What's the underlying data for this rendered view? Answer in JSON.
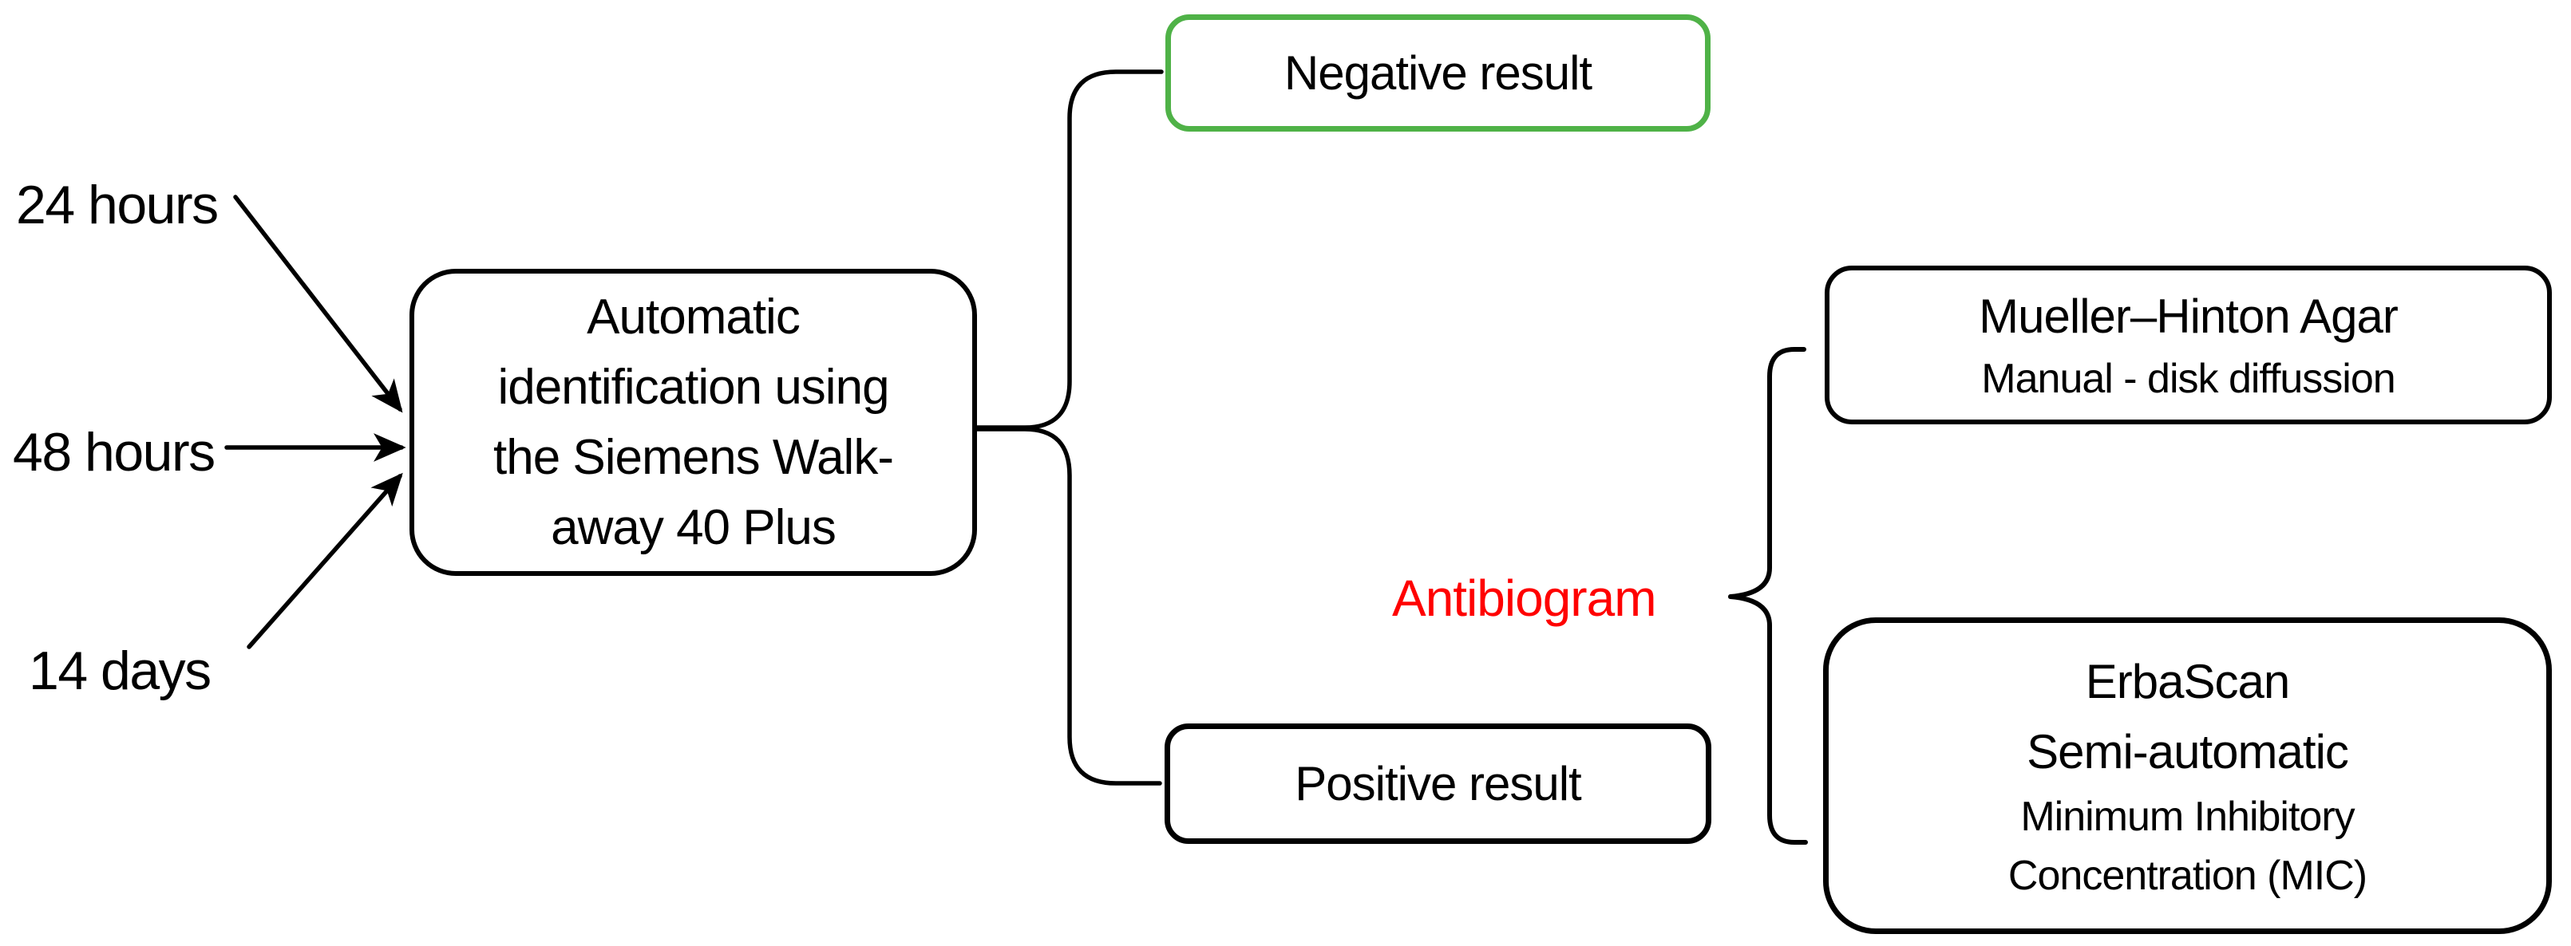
{
  "diagram": {
    "colors": {
      "line": "#000000",
      "negative_border": "#4FB247",
      "antibiogram_text": "#FF0000"
    },
    "incubation_labels": [
      {
        "label": "24 hours"
      },
      {
        "label": "48 hours"
      },
      {
        "label": "14 days"
      }
    ],
    "main_box": {
      "lines": [
        "Automatic",
        "identification using",
        "the Siemens Walk-",
        "away 40 Plus"
      ]
    },
    "negative_box": {
      "label": "Negative result"
    },
    "positive_box": {
      "label": "Positive result"
    },
    "antibiogram": {
      "label": "Antibiogram"
    },
    "mueller_box": {
      "title": "Mueller–Hinton Agar",
      "subtitle": "Manual - disk diffussion"
    },
    "erbascan_box": {
      "line1": "ErbaScan",
      "line2": "Semi-automatic",
      "line3": "Minimum Inhibitory",
      "line4": "Concentration (MIC)"
    }
  }
}
